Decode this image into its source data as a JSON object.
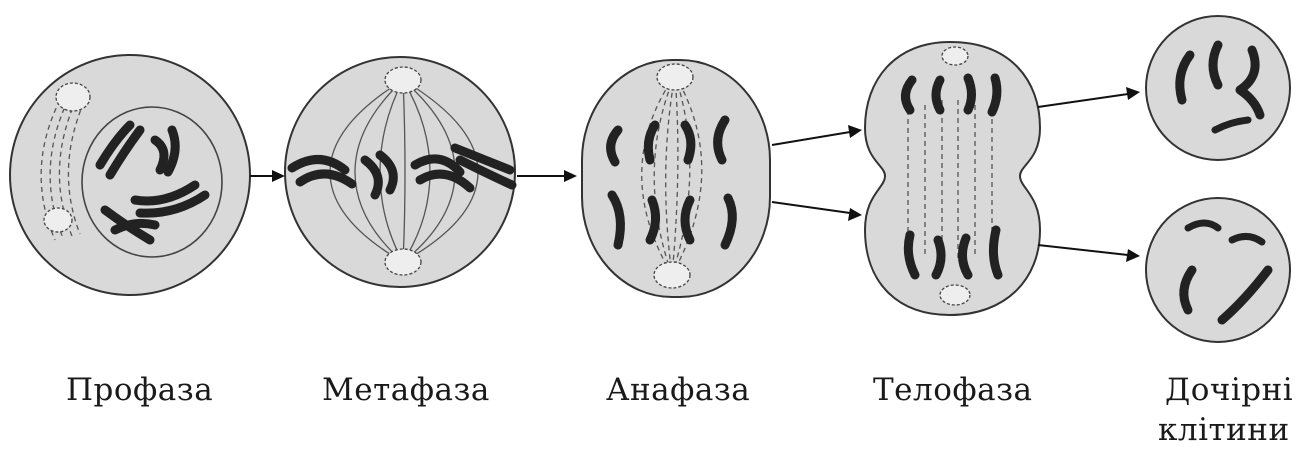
{
  "stages": [
    {
      "label": "Профаза"
    },
    {
      "label": "Метафаза"
    },
    {
      "label": "Анафаза"
    },
    {
      "label": "Телофаза"
    },
    {
      "label_line1": "Дочірні",
      "label_line2": "клітини"
    }
  ]
}
